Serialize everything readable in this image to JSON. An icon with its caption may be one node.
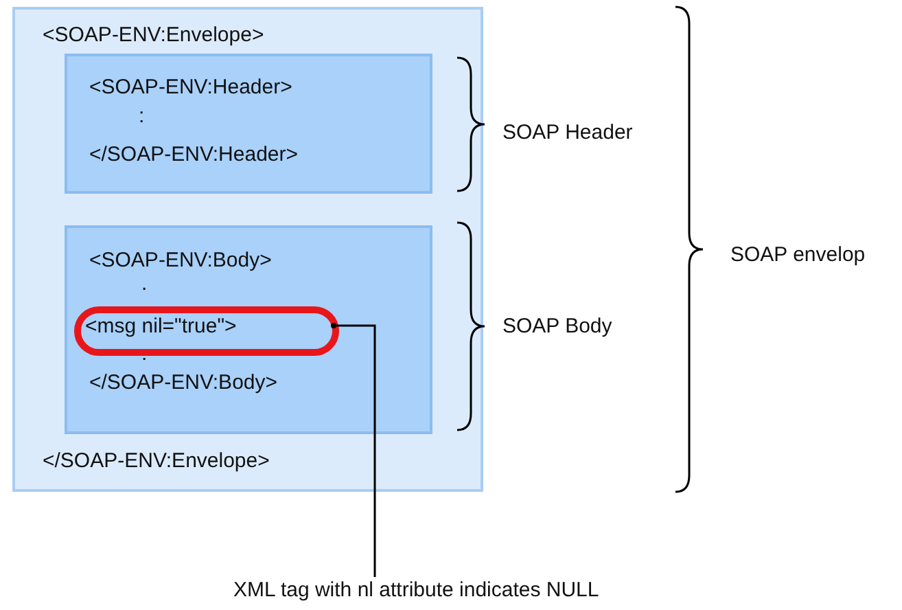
{
  "diagram": {
    "nodes": [
      {
        "text": [
          "<SOAP-ENV:Envelope>",
          "</SOAP-ENV:Envelope>"
        ]
      },
      {
        "text": [
          "<SOAP-ENV:Header>",
          ":",
          "</SOAP-ENV:Header>"
        ],
        "in": 0
      },
      {
        "text": [
          "<SOAP-ENV:Body>",
          ".",
          ":",
          "</SOAP-ENV:Body>"
        ],
        "in": 0
      },
      {
        "text": [
          "<msg nil=\"true\">"
        ],
        "in": 2
      },
      {
        "text": [
          "XML tag with nl attribute indicates NULL"
        ]
      }
    ],
    "edges": [
      {
        "from": 4,
        "to": 3,
        "arrow": "other"
      }
    ],
    "labels": [
      "SOAP Header",
      "SOAP Body",
      "SOAP envelop"
    ]
  }
}
